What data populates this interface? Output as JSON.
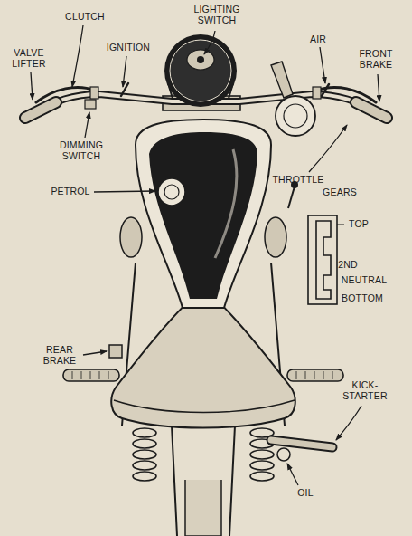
{
  "diagram": {
    "labels": [
      "CLUTCH",
      "LIGHTING SWITCH",
      "VALVE LIFTER",
      "IGNITION",
      "AIR",
      "FRONT BRAKE",
      "DIMMING SWITCH",
      "THROTTLE",
      "PETROL",
      "GEARS",
      "TOP",
      "2ND",
      "NEUTRAL",
      "BOTTOM",
      "REAR BRAKE",
      "KICK- STARTER",
      "OIL"
    ]
  }
}
